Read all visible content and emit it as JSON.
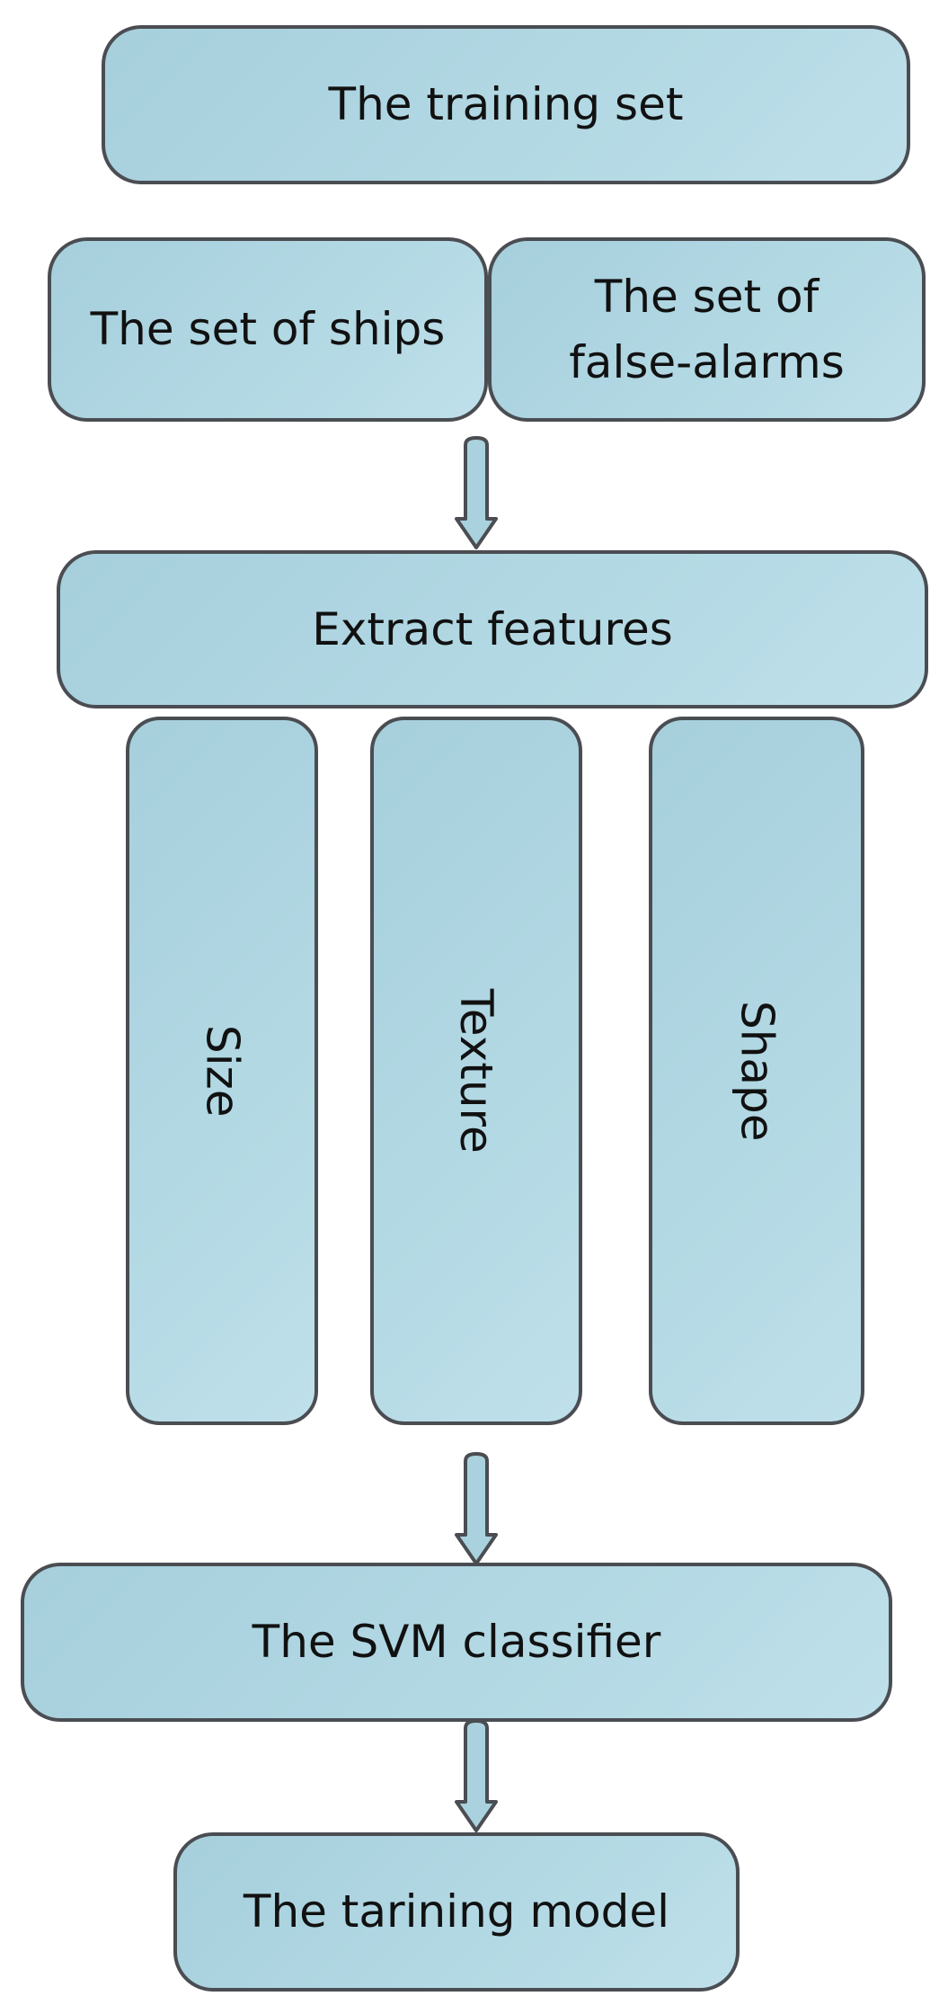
{
  "diagram": {
    "training_set": "The training set",
    "ships": "The set of ships",
    "false_alarms": "The set of false-alarms",
    "extract": "Extract features",
    "features": {
      "size": "Size",
      "texture": "Texture",
      "shape": "Shape"
    },
    "classifier": "The SVM classifier",
    "model": "The tarining model"
  },
  "colors": {
    "box_fill": "#b3d9e4",
    "box_border": "#4a4d52",
    "text": "#111111"
  }
}
